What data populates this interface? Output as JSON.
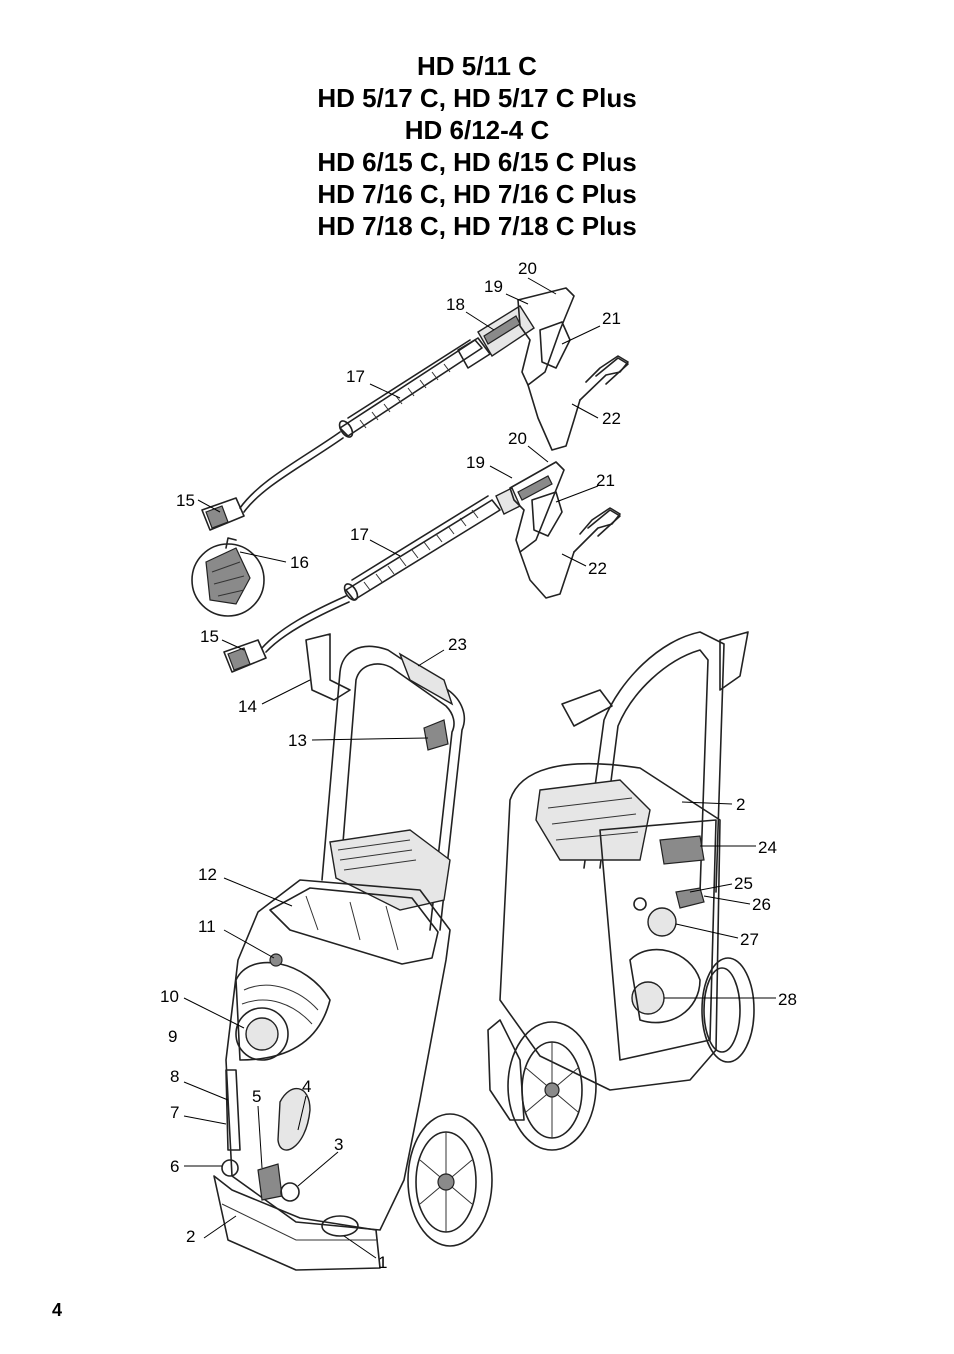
{
  "title_lines": [
    "HD 5/11 C",
    "HD 5/17 C, HD 5/17 C Plus",
    "HD 6/12-4 C",
    "HD 6/15 C, HD 6/15 C Plus",
    "HD 7/16 C, HD 7/16 C Plus",
    "HD 7/18 C, HD 7/18 C Plus"
  ],
  "page_number": "4",
  "part_labels": [
    "20",
    "19",
    "18",
    "21",
    "17",
    "22",
    "20",
    "19",
    "21",
    "15",
    "16",
    "17",
    "22",
    "15",
    "23",
    "14",
    "13",
    "2",
    "24",
    "12",
    "25",
    "26",
    "11",
    "27",
    "10",
    "28",
    "9",
    "8",
    "5",
    "4",
    "7",
    "3",
    "6",
    "2",
    "1"
  ]
}
